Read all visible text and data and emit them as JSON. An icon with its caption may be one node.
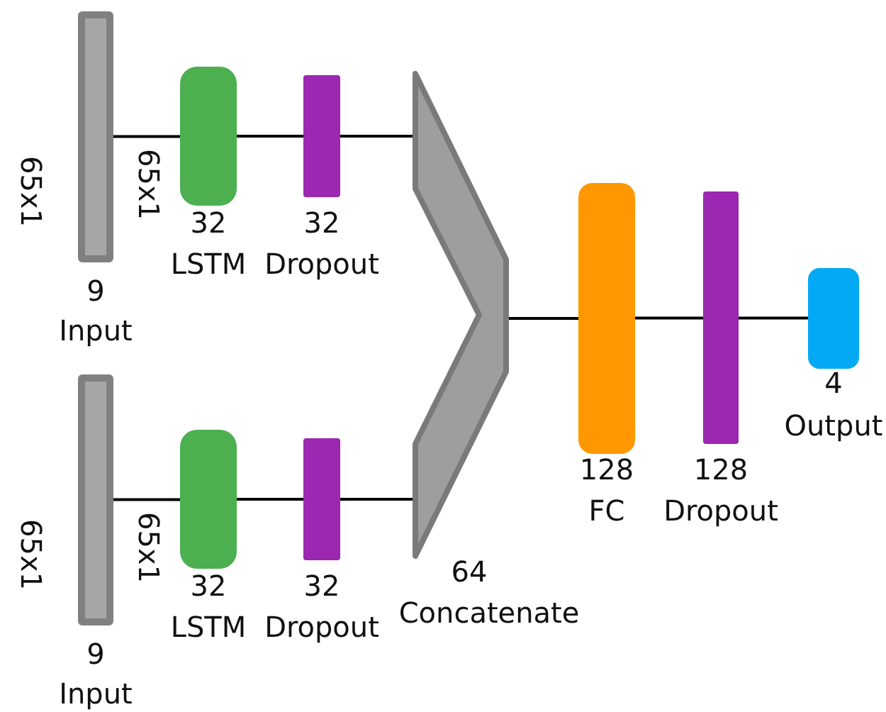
{
  "diagram": {
    "nodes": [
      {
        "text": [
          "9",
          "Input"
        ],
        "beside": [
          "65x1"
        ]
      },
      {
        "text": [
          "32",
          "LSTM"
        ],
        "beside": [
          "65x1"
        ]
      },
      {
        "text": [
          "32",
          "Dropout"
        ]
      },
      {
        "text": [
          "9",
          "Input"
        ],
        "beside": [
          "65x1"
        ]
      },
      {
        "text": [
          "32",
          "LSTM"
        ],
        "beside": [
          "65x1"
        ]
      },
      {
        "text": [
          "32",
          "Dropout"
        ]
      },
      {
        "text": [
          "64",
          "Concatenate"
        ]
      },
      {
        "text": [
          "128",
          "FC"
        ]
      },
      {
        "text": [
          "128",
          "Dropout"
        ]
      },
      {
        "text": [
          "4",
          "Output"
        ]
      }
    ],
    "edges": [
      {
        "from": 0,
        "to": 1,
        "arrow": "none"
      },
      {
        "from": 1,
        "to": 2,
        "arrow": "none"
      },
      {
        "from": 2,
        "to": 6,
        "arrow": "none"
      },
      {
        "from": 3,
        "to": 4,
        "arrow": "none"
      },
      {
        "from": 4,
        "to": 5,
        "arrow": "none"
      },
      {
        "from": 5,
        "to": 6,
        "arrow": "none"
      },
      {
        "from": 6,
        "to": 7,
        "arrow": "none"
      },
      {
        "from": 7,
        "to": 8,
        "arrow": "none"
      },
      {
        "from": 8,
        "to": 9,
        "arrow": "none"
      }
    ]
  }
}
